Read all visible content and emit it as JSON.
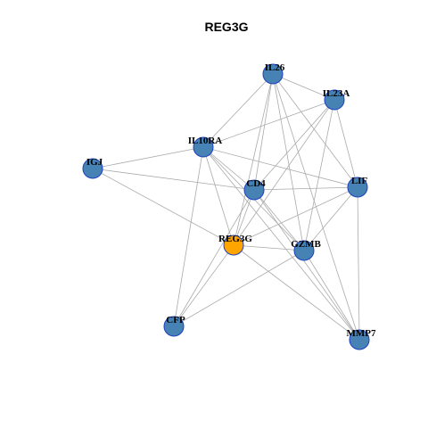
{
  "title": "REG3G",
  "colors": {
    "node_default": "#4682b4",
    "node_focus": "#ffa500",
    "node_stroke": "#1f3fbf",
    "edge": "#aaaaaa"
  },
  "nodes": [
    {
      "id": "IL26",
      "label": "IL26",
      "focus": false
    },
    {
      "id": "IL23A",
      "label": "IL23A",
      "focus": false
    },
    {
      "id": "IL10RA",
      "label": "IL10RA",
      "focus": false
    },
    {
      "id": "IGJ",
      "label": "IGJ",
      "focus": false
    },
    {
      "id": "CD4",
      "label": "CD4",
      "focus": false
    },
    {
      "id": "LIF",
      "label": "LIF",
      "focus": false
    },
    {
      "id": "REG3G",
      "label": "REG3G",
      "focus": true
    },
    {
      "id": "GZMB",
      "label": "GZMB",
      "focus": false
    },
    {
      "id": "CFP",
      "label": "CFP",
      "focus": false
    },
    {
      "id": "MMP7",
      "label": "MMP7",
      "focus": false
    }
  ],
  "edges": [
    [
      "IL26",
      "IL23A"
    ],
    [
      "IL26",
      "IL10RA"
    ],
    [
      "IL26",
      "CD4"
    ],
    [
      "IL26",
      "LIF"
    ],
    [
      "IL26",
      "REG3G"
    ],
    [
      "IL26",
      "GZMB"
    ],
    [
      "IL26",
      "MMP7"
    ],
    [
      "IL23A",
      "IL10RA"
    ],
    [
      "IL23A",
      "CD4"
    ],
    [
      "IL23A",
      "LIF"
    ],
    [
      "IL23A",
      "REG3G"
    ],
    [
      "IL23A",
      "GZMB"
    ],
    [
      "IL10RA",
      "IGJ"
    ],
    [
      "IL10RA",
      "CD4"
    ],
    [
      "IL10RA",
      "LIF"
    ],
    [
      "IL10RA",
      "REG3G"
    ],
    [
      "IL10RA",
      "GZMB"
    ],
    [
      "IL10RA",
      "CFP"
    ],
    [
      "IL10RA",
      "MMP7"
    ],
    [
      "IGJ",
      "CD4"
    ],
    [
      "IGJ",
      "REG3G"
    ],
    [
      "CD4",
      "LIF"
    ],
    [
      "CD4",
      "REG3G"
    ],
    [
      "CD4",
      "GZMB"
    ],
    [
      "CD4",
      "CFP"
    ],
    [
      "CD4",
      "MMP7"
    ],
    [
      "LIF",
      "REG3G"
    ],
    [
      "LIF",
      "GZMB"
    ],
    [
      "LIF",
      "MMP7"
    ],
    [
      "REG3G",
      "GZMB"
    ],
    [
      "REG3G",
      "CFP"
    ],
    [
      "REG3G",
      "MMP7"
    ],
    [
      "GZMB",
      "CFP"
    ],
    [
      "GZMB",
      "MMP7"
    ]
  ]
}
